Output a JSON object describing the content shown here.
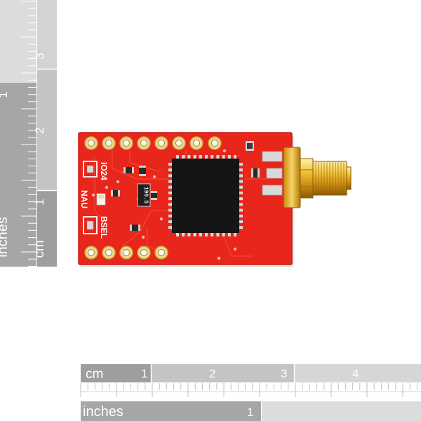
{
  "colors": {
    "background": "#ffffff",
    "ruler_dark": "#9a9a9a",
    "ruler_mid": "#b8b8b8",
    "ruler_light": "#d6d6d6",
    "ruler_text": "#ffffff",
    "pcb_red": "#e8261b",
    "pcb_edge": "#c81a12",
    "silkscreen": "#ffffff",
    "chip": "#1a1a1a",
    "gold": "#e0a21a"
  },
  "left_ruler": {
    "cm_label": "cm",
    "inch_label": "inches",
    "cm_numbers": [
      "1",
      "2",
      "3"
    ],
    "inch_numbers": [
      "1"
    ]
  },
  "bottom_ruler": {
    "cm_label": "cm",
    "inch_label": "inches",
    "cm_numbers": [
      "1",
      "2",
      "3",
      "4"
    ],
    "inch_numbers": [
      "1"
    ]
  },
  "board": {
    "silk_left": "IO24",
    "silk_nau": "NAU",
    "silk_bsel": "BSEL",
    "resistor_code": "190.5"
  }
}
